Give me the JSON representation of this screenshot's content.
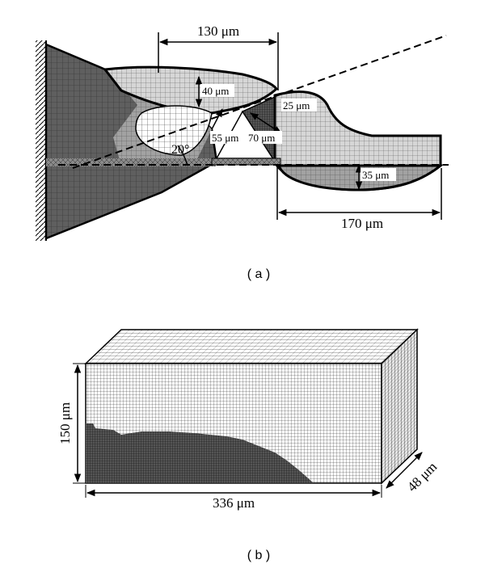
{
  "panel_a": {
    "caption": "( a )",
    "dim_top": "130 μm",
    "dim_bottom": "170 μm",
    "dim_40": "40 μm",
    "dim_25": "25 μm",
    "dim_55": "55 μm",
    "dim_70": "70 μm",
    "dim_35": "35 μm",
    "angle": "20°"
  },
  "panel_b": {
    "caption": "( b )",
    "dim_height": "150 μm",
    "dim_length": "336 μm",
    "dim_depth": "48 μm"
  },
  "colors": {
    "mesh_dark": "#5a5a5a",
    "mesh_mid": "#9a9a9a",
    "mesh_light": "#d0d0d0",
    "outline": "#000000"
  }
}
